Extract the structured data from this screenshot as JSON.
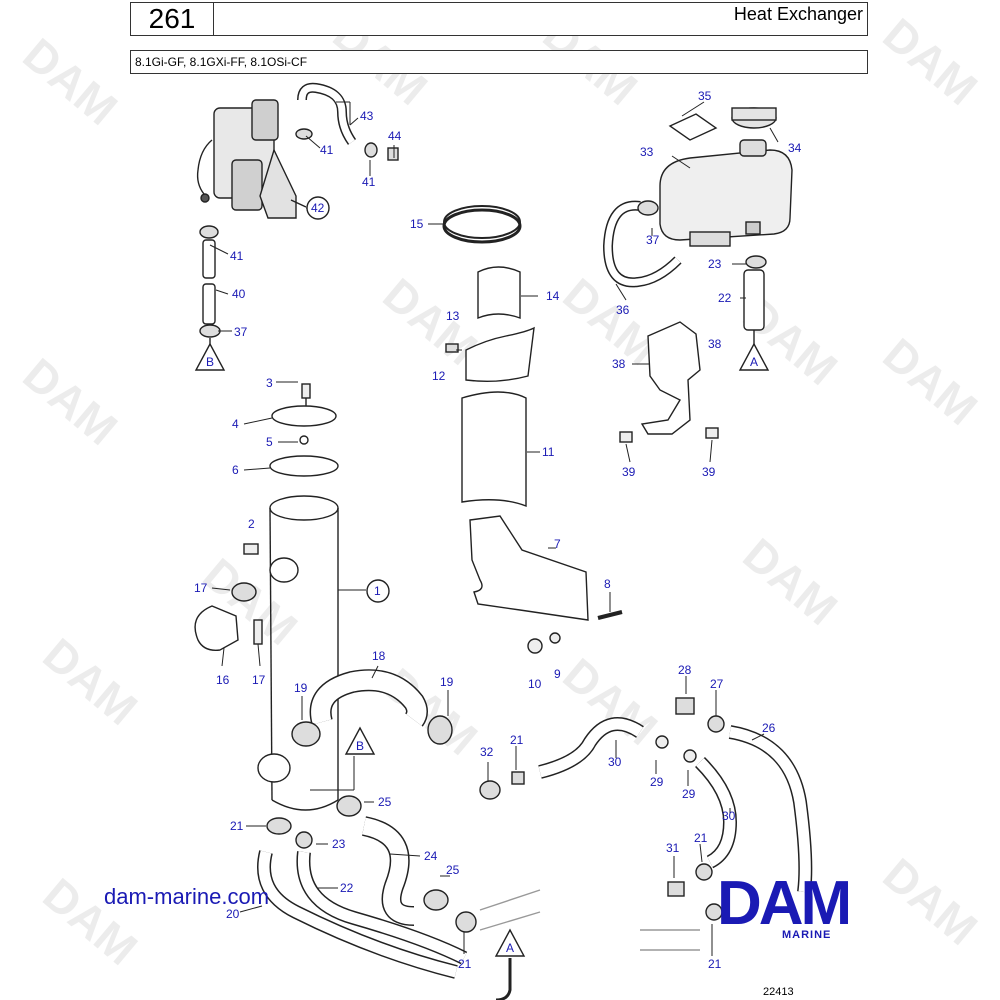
{
  "header": {
    "page_number": "261",
    "title": "Heat Exchanger",
    "models": "8.1Gi-GF, 8.1GXi-FF, 8.1OSi-CF"
  },
  "watermark": "DAM",
  "callouts": {
    "c1": "1",
    "c2": "2",
    "c3": "3",
    "c4": "4",
    "c5": "5",
    "c6": "6",
    "c7": "7",
    "c8": "8",
    "c9": "9",
    "c10": "10",
    "c11": "11",
    "c12": "12",
    "c13": "13",
    "c14": "14",
    "c15": "15",
    "c16": "16",
    "c17a": "17",
    "c17b": "17",
    "c18": "18",
    "c19a": "19",
    "c19b": "19",
    "c20": "20",
    "c21a": "21",
    "c21b": "21",
    "c21c": "21",
    "c21d": "21",
    "c21e": "21",
    "c22a": "22",
    "c22b": "22",
    "c23a": "23",
    "c23b": "23",
    "c24": "24",
    "c25a": "25",
    "c25b": "25",
    "c26": "26",
    "c27": "27",
    "c28": "28",
    "c29a": "29",
    "c29b": "29",
    "c30a": "30",
    "c30b": "30",
    "c31": "31",
    "c32": "32",
    "c33": "33",
    "c34": "34",
    "c35": "35",
    "c36": "36",
    "c37a": "37",
    "c37b": "37",
    "c38a": "38",
    "c38b": "38",
    "c39a": "39",
    "c39b": "39",
    "c40": "40",
    "c41a": "41",
    "c41b": "41",
    "c41c": "41",
    "c42": "42",
    "c43": "43",
    "c44": "44"
  },
  "refs": {
    "a1": "A",
    "a2": "A",
    "b1": "B",
    "b2": "B"
  },
  "footer": {
    "website": "dam-marine.com",
    "brand": "DAM",
    "brand_sub": "MARINE",
    "ref_number": "22413"
  },
  "colors": {
    "callout": "#1a1ab4",
    "line": "#222222",
    "brand": "#1a1ab4"
  }
}
